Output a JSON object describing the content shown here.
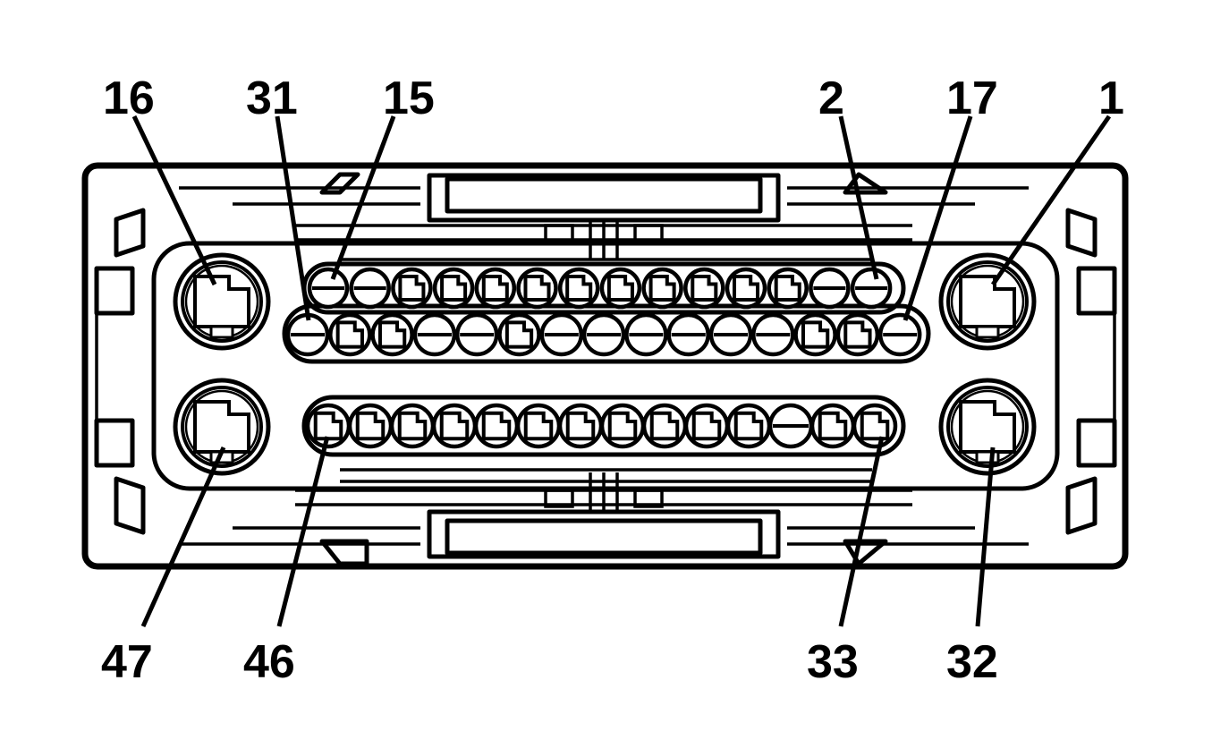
{
  "diagram": {
    "type": "connector-pinout",
    "labels": {
      "pin16": "16",
      "pin31": "31",
      "pin15": "15",
      "pin2": "2",
      "pin17": "17",
      "pin1": "1",
      "pin47": "47",
      "pin46": "46",
      "pin33": "33",
      "pin32": "32"
    },
    "rows": {
      "top_row_cavities": 14,
      "middle_row_cavities": 15,
      "bottom_row_cavities": 14
    },
    "corner_terminals": 4,
    "colors": {
      "line": "#000000",
      "background": "#ffffff"
    }
  }
}
